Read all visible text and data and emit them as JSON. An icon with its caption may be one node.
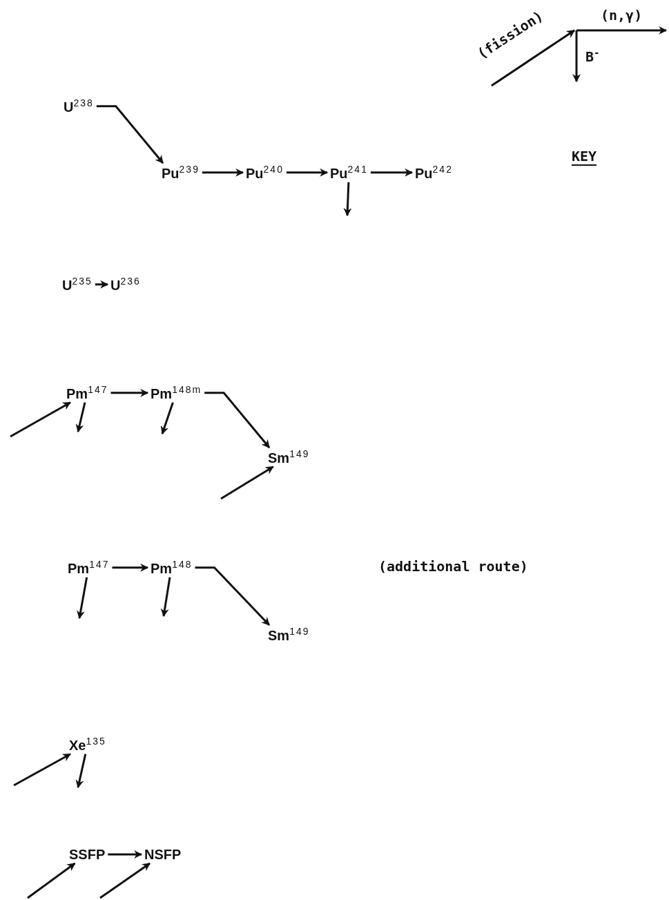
{
  "diagram": {
    "nodes": [
      {
        "text": [
          "U$^{238}$"
        ]
      },
      {
        "text": [
          "Pu$^{239}$"
        ]
      },
      {
        "text": [
          "Pu$^{240}$"
        ]
      },
      {
        "text": [
          "Pu$^{241}$"
        ]
      },
      {
        "text": [
          "Pu$^{242}$"
        ]
      },
      {
        "text": [
          "U$^{235}$"
        ]
      },
      {
        "text": [
          "U$^{236}$"
        ]
      },
      {
        "text": [
          "Pm$^{147}$"
        ]
      },
      {
        "text": [
          "Pm$^{148m}$"
        ]
      },
      {
        "text": [
          "Sm$^{149}$"
        ]
      },
      {
        "text": [
          "Pm$^{147}$"
        ]
      },
      {
        "text": [
          "Pm$^{148}$"
        ]
      },
      {
        "text": [
          "Sm$^{149}$"
        ]
      },
      {
        "text": [
          "Xe$^{135}$"
        ]
      },
      {
        "text": [
          "SSFP"
        ]
      },
      {
        "text": [
          "NSFP"
        ]
      }
    ],
    "edges": [
      {
        "from": 0,
        "to": 1,
        "arrow": "to"
      },
      {
        "from": 1,
        "to": 2,
        "arrow": "to"
      },
      {
        "from": 2,
        "to": 3,
        "arrow": "to"
      },
      {
        "from": 3,
        "to": 4,
        "arrow": "to"
      },
      {
        "from": 3,
        "to": null,
        "arrow": "to"
      },
      {
        "from": 5,
        "to": 6,
        "arrow": "to"
      },
      {
        "from": null,
        "to": 7,
        "arrow": "to"
      },
      {
        "from": 7,
        "to": null,
        "arrow": "to"
      },
      {
        "from": 7,
        "to": 8,
        "arrow": "to"
      },
      {
        "from": 8,
        "to": null,
        "arrow": "to"
      },
      {
        "from": 8,
        "to": 9,
        "arrow": "to"
      },
      {
        "from": null,
        "to": 9,
        "arrow": "to"
      },
      {
        "from": 10,
        "to": 11,
        "arrow": "to"
      },
      {
        "from": 10,
        "to": null,
        "arrow": "to"
      },
      {
        "from": 11,
        "to": null,
        "arrow": "to"
      },
      {
        "from": 11,
        "to": 12,
        "arrow": "to"
      },
      {
        "from": null,
        "to": 13,
        "arrow": "to"
      },
      {
        "from": 13,
        "to": null,
        "arrow": "to"
      },
      {
        "from": 14,
        "to": 15,
        "arrow": "to"
      },
      {
        "from": null,
        "to": 14,
        "arrow": "to"
      },
      {
        "from": null,
        "to": 15,
        "arrow": "to"
      }
    ],
    "labels": [
      "KEY",
      "(additional route)"
    ],
    "legend": [
      {
        "text": "(fission)"
      },
      {
        "text": "B$^{-}$"
      },
      {
        "text": "(n,γ)"
      }
    ]
  }
}
